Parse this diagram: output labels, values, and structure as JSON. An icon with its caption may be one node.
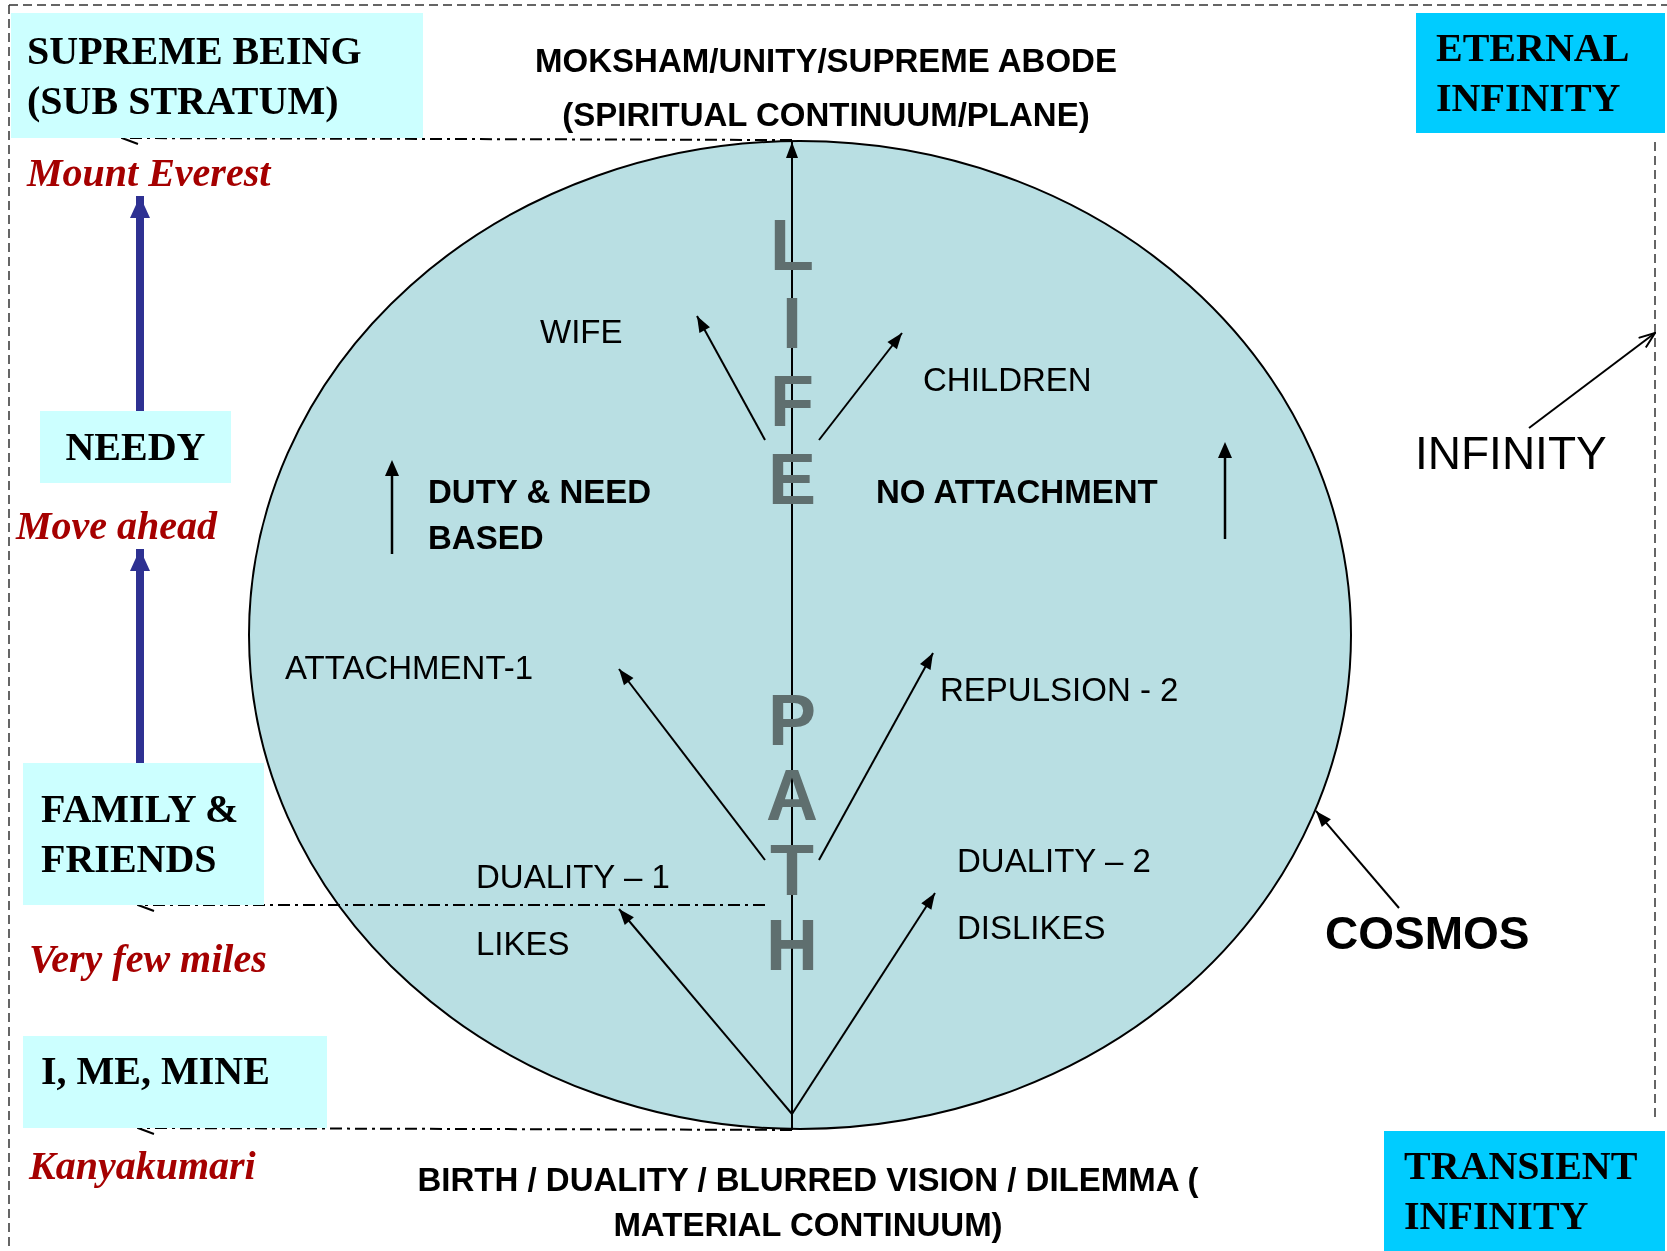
{
  "diagram": {
    "nodes": [
      {
        "text": [
          "SUPREME BEING (SUB STRATUM)"
        ]
      },
      {
        "text": [
          "MOKSHAM/UNITY/SUPREME ABODE (SPIRITUAL CONTINUUM/PLANE)"
        ]
      },
      {
        "text": [
          "ETERNAL INFINITY"
        ]
      },
      {
        "text": [
          "Mount Everest"
        ]
      },
      {
        "text": [],
        "shape": "ellipse"
      },
      {
        "text": [
          "WIFE"
        ],
        "in": 4
      },
      {
        "text": [
          "CHILDREN"
        ],
        "in": 4
      },
      {
        "text": [
          "NEEDY"
        ]
      },
      {
        "text": [
          "INFINITY"
        ]
      },
      {
        "text": [
          "DUTY & NEED BASED"
        ],
        "in": 4
      },
      {
        "text": [
          "NO ATTACHMENT"
        ],
        "in": 4
      },
      {
        "text": [
          "Move ahead"
        ]
      },
      {
        "text": [
          "ATTACHMENT-1"
        ],
        "in": 4
      },
      {
        "text": [
          "REPULSION - 2"
        ],
        "in": 4
      },
      {
        "text": [
          "FAMILY & FRIENDS"
        ]
      },
      {
        "text": [
          "DUALITY – 1"
        ],
        "in": 4
      },
      {
        "text": [
          "DUALITY – 2"
        ],
        "in": 4
      },
      {
        "text": [
          "COSMOS"
        ]
      },
      {
        "text": [
          "LIKES"
        ],
        "in": 4
      },
      {
        "text": [
          "DISLIKES"
        ],
        "in": 4
      },
      {
        "text": [
          "Very few miles"
        ]
      },
      {
        "text": [
          "I, ME, MINE"
        ]
      },
      {
        "text": [
          "Kanyakumari"
        ]
      },
      {
        "text": [
          "BIRTH / DUALITY / BLURRED VISION / DILEMMA ( MATERIAL CONTINUUM)"
        ]
      },
      {
        "text": [
          "TRANSIENT INFINITY"
        ]
      },
      {
        "text": [
          "LIFE"
        ],
        "in": 4
      },
      {
        "text": [
          "PATH"
        ],
        "in": 4
      }
    ],
    "edges": [
      {
        "from": 4,
        "to": 1,
        "arrow": "to"
      },
      {
        "from": 4,
        "to": 0,
        "arrow": "to",
        "style": "dashed"
      },
      {
        "from": 26,
        "to": 14,
        "arrow": "to",
        "style": "dashed"
      },
      {
        "from": 4,
        "to": 21,
        "arrow": "to",
        "style": "dashed"
      },
      {
        "from": 25,
        "to": 5,
        "arrow": "to"
      },
      {
        "from": 25,
        "to": 6,
        "arrow": "to"
      },
      {
        "from": 26,
        "to": 12,
        "arrow": "to"
      },
      {
        "from": 26,
        "to": 13,
        "arrow": "to"
      },
      {
        "from": null,
        "to": 18,
        "arrow": "to"
      },
      {
        "from": null,
        "to": 19,
        "arrow": "to"
      },
      {
        "from": 7,
        "to": 3,
        "arrow": "to",
        "style": "thick",
        "color": "#2e3192"
      },
      {
        "from": 14,
        "to": 11,
        "arrow": "to",
        "style": "thick",
        "color": "#2e3192"
      },
      {
        "from": 8,
        "to": null,
        "arrow": "to"
      },
      {
        "from": 17,
        "to": 4,
        "arrow": "to"
      }
    ]
  }
}
